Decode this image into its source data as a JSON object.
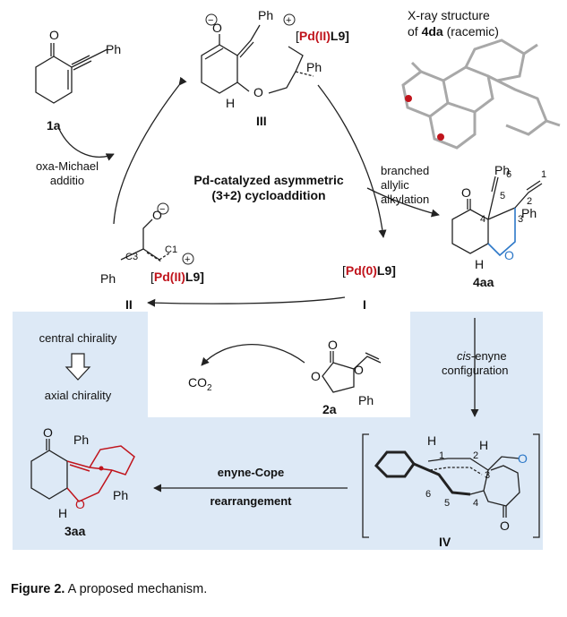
{
  "caption": {
    "label": "Figure 2.",
    "text": "A proposed mechanism."
  },
  "cycle": {
    "title_line1": "Pd-catalyzed asymmetric",
    "title_line2": "(3+2) cycloaddition"
  },
  "compounds": {
    "c1a": {
      "label": "1a",
      "substituent": "Ph",
      "atom": "O"
    },
    "cIII": {
      "label": "III",
      "pd_open": "[",
      "pd_metal": "Pd(II)",
      "pd_ligand": "L9]",
      "ph": "Ph",
      "ph2": "Ph",
      "o": "O",
      "h": "H"
    },
    "cII": {
      "label": "II",
      "pd_metal": "Pd(II)",
      "pd_ligand": "L9]",
      "pd_open": "[",
      "ph": "Ph",
      "c3": "C3",
      "c1": "C1",
      "o": "O"
    },
    "cI": {
      "label": "I",
      "pd_open": "[",
      "pd_metal": "Pd(0)",
      "pd_ligand": "L9]"
    },
    "c2a": {
      "label": "2a",
      "ph": "Ph",
      "o1": "O",
      "o2": "O",
      "o3": "O"
    },
    "c4aa": {
      "label": "4aa",
      "ph": "Ph",
      "ph2": "Ph",
      "o": "O",
      "h": "H",
      "n1": "1",
      "n2": "2",
      "n3": "3",
      "n4": "4",
      "n5": "5",
      "n6": "6",
      "ko": "O"
    },
    "cIV": {
      "label": "IV",
      "h1": "H",
      "h2": "H",
      "o": "O",
      "ko": "O",
      "n1": "1",
      "n2": "2",
      "n3": "3",
      "n4": "4",
      "n5": "5",
      "n6": "6"
    },
    "c3aa": {
      "label": "3aa",
      "ph": "Ph",
      "ph2": "Ph",
      "o": "O",
      "ko": "O",
      "h": "H"
    }
  },
  "xray": {
    "line1": "X-ray structure",
    "line2_pre": "of ",
    "line2_bold": "4da",
    "line2_post": " (racemic)"
  },
  "steps": {
    "oxa_michael_1": "oxa-Michael",
    "oxa_michael_2": "additio",
    "branched_1": "branched",
    "branched_2": "allylic",
    "branched_3": "alkylation",
    "cis_1_italic": "cis",
    "cis_1_rest": "-enyne",
    "cis_2": "configuration",
    "co2": "CO",
    "co2_sub": "2",
    "enyne_1": "enyne-Cope",
    "enyne_2": "rearrangement",
    "central": "central chirality",
    "axial": "axial chirality"
  },
  "colors": {
    "pd_red": "#c0141c",
    "panel_blue": "#dde9f6",
    "ring_blue": "#2d78c8",
    "line": "#222222"
  }
}
